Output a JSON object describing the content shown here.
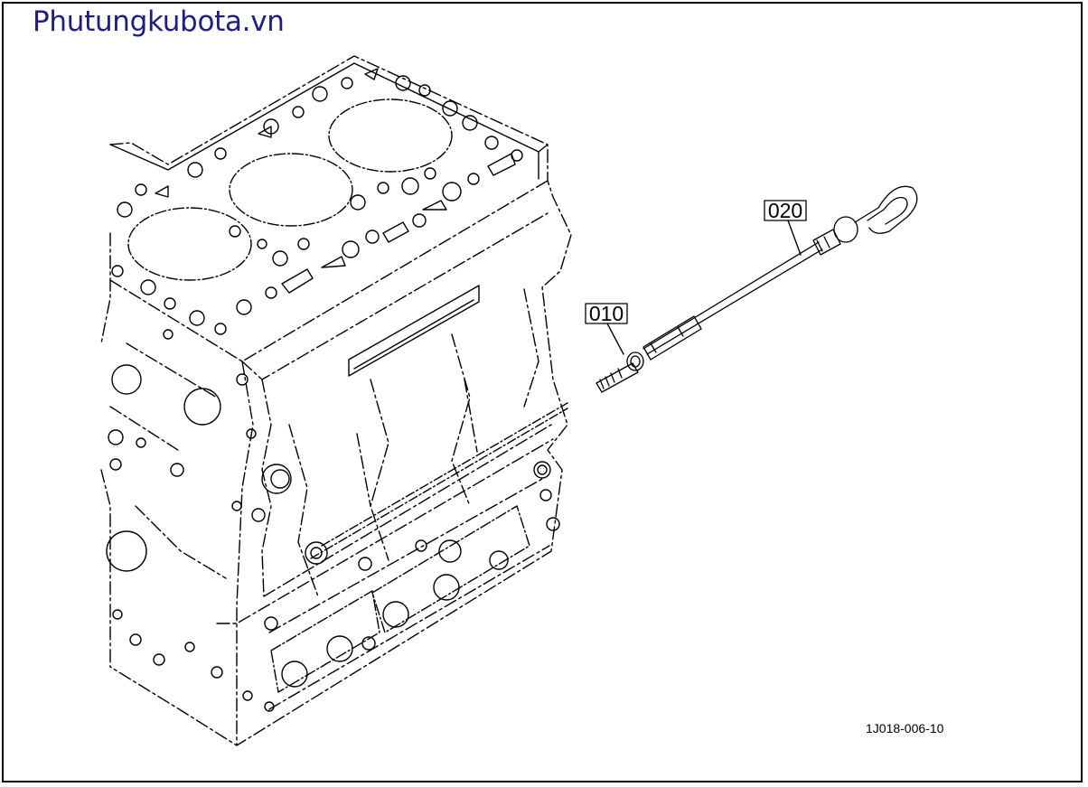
{
  "header": {
    "site_title": "Phutungkubota.vn"
  },
  "diagram": {
    "callouts": [
      {
        "id": "callout-010",
        "label": "010"
      },
      {
        "id": "callout-020",
        "label": "020"
      }
    ],
    "drawing_code": "1J018-006-10"
  },
  "colors": {
    "title": "#1c1c8c",
    "line": "#000000",
    "background": "#ffffff"
  }
}
